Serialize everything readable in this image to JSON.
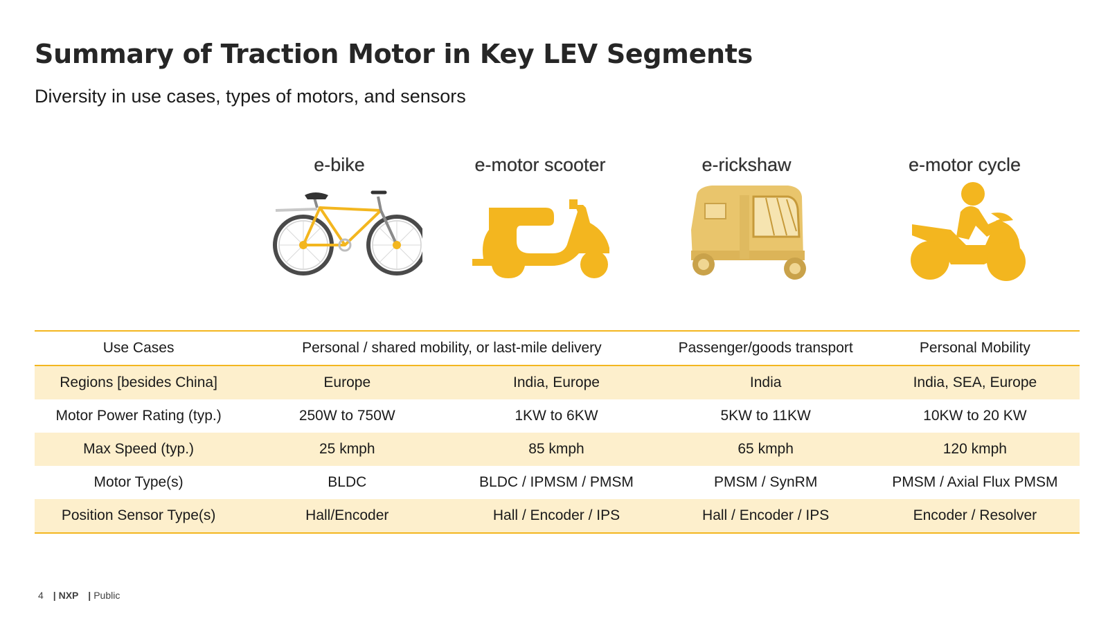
{
  "title": "Summary of Traction Motor in Key LEV Segments",
  "subtitle": "Diversity in use cases, types of motors, and sensors",
  "accent_color": "#f3b61f",
  "row_shade_color": "#fdefcc",
  "segments": [
    {
      "label": "e-bike",
      "icon": "bicycle-icon"
    },
    {
      "label": "e-motor scooter",
      "icon": "scooter-icon"
    },
    {
      "label": "e-rickshaw",
      "icon": "auto-rickshaw-icon"
    },
    {
      "label": "e-motor cycle",
      "icon": "motorcycle-rider-icon"
    }
  ],
  "table": {
    "use_cases": {
      "label": "Use Cases",
      "personal_shared": "Personal / shared mobility, or last-mile delivery",
      "passenger_goods": "Passenger/goods transport",
      "personal": "Personal Mobility"
    },
    "rows": [
      {
        "label": "Regions [besides China]",
        "values": [
          "Europe",
          "India, Europe",
          "India",
          "India, SEA, Europe"
        ]
      },
      {
        "label": "Motor Power Rating (typ.)",
        "values": [
          "250W to 750W",
          "1KW to 6KW",
          "5KW to 11KW",
          "10KW to 20 KW"
        ]
      },
      {
        "label": "Max Speed (typ.)",
        "values": [
          "25 kmph",
          "85 kmph",
          "65 kmph",
          "120 kmph"
        ]
      },
      {
        "label": "Motor Type(s)",
        "values": [
          "BLDC",
          "BLDC / IPMSM / PMSM",
          "PMSM / SynRM",
          "PMSM / Axial Flux PMSM"
        ]
      },
      {
        "label": "Position Sensor Type(s)",
        "values": [
          "Hall/Encoder",
          "Hall / Encoder / IPS",
          "Hall / Encoder / IPS",
          "Encoder / Resolver"
        ]
      }
    ]
  },
  "footer": {
    "page_number": "4",
    "brand": "NXP",
    "classification": "Public"
  }
}
